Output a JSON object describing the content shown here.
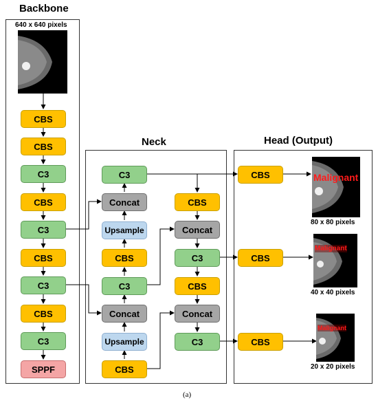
{
  "titles": {
    "backbone": "Backbone",
    "neck": "Neck",
    "head": "Head (Output)"
  },
  "input": {
    "label": "640 x 640 pixels"
  },
  "backbone_blocks": [
    "CBS",
    "CBS",
    "C3",
    "CBS",
    "C3",
    "CBS",
    "C3",
    "CBS",
    "C3",
    "SPPF"
  ],
  "neck": {
    "left": [
      "C3",
      "Concat",
      "Upsample",
      "CBS",
      "C3",
      "Concat",
      "Upsample",
      "CBS"
    ],
    "right": [
      "CBS",
      "Concat",
      "C3",
      "CBS",
      "Concat",
      "C3"
    ]
  },
  "head": {
    "blocks": [
      "CBS",
      "CBS",
      "CBS"
    ],
    "outputs": [
      {
        "tag": "Malignant",
        "label": "80 x 80 pixels"
      },
      {
        "tag": "Malignant",
        "label": "40 x 40 pixels"
      },
      {
        "tag": "Malignant",
        "label": "20 x 20 pixels"
      }
    ]
  },
  "caption": "(a)",
  "colors": {
    "cbs": "#FFC000",
    "c3": "#92D08B",
    "concat": "#A6A6A6",
    "upsample": "#BDD7EE",
    "sppf": "#F4A5A5",
    "tag": "#FF1A1A"
  }
}
